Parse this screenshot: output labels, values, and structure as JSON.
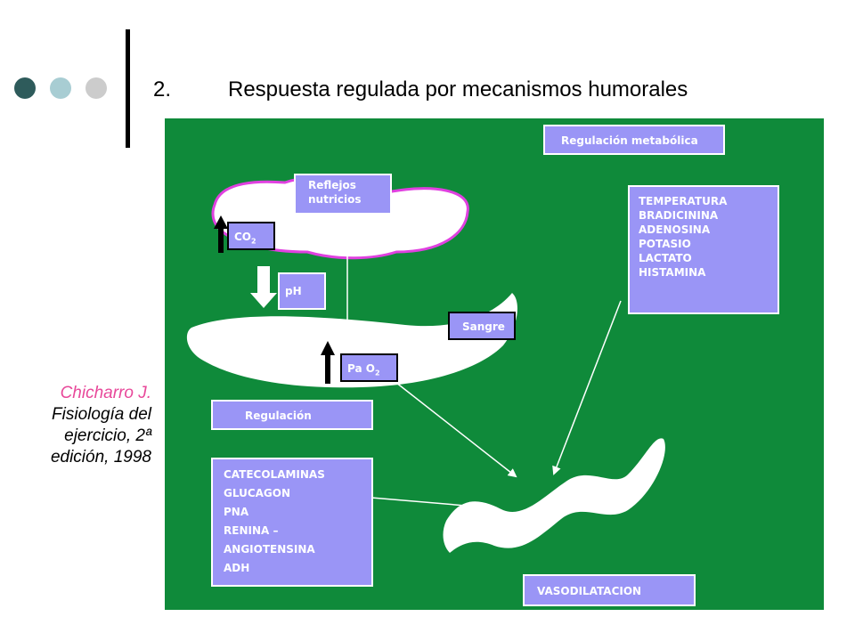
{
  "header": {
    "number": "2.",
    "title": "Respuesta regulada por mecanismos humorales"
  },
  "decor": {
    "dot_colors": [
      "#2e5b5b",
      "#a8cdd3",
      "#cccccc"
    ],
    "bar_color": "#000000"
  },
  "citation": {
    "author": "Chicharro J.",
    "rest": [
      "Fisiología del",
      "ejercicio, 2ª",
      "edición, 1998"
    ]
  },
  "diagram": {
    "background": "#0f8a3a",
    "box_color": "#9a95f6",
    "labels": {
      "regulacion_metabolica": "Regulación metabólica",
      "reflejos": [
        "Reflejos",
        "nutricios"
      ],
      "co2_main": "CO",
      "co2_sub": "2",
      "ph": "pH",
      "sangre": "Sangre",
      "pao2_main": "Pa O",
      "pao2_sub": "2",
      "regulacion": "Regulación",
      "vasodilatacion": "VASODILATACION"
    },
    "metabolic_factors": [
      "TEMPERATURA",
      "BRADICININA",
      "ADENOSINA",
      "POTASIO",
      "LACTATO",
      "HISTAMINA"
    ],
    "hormonal_factors": [
      "CATECOLAMINAS",
      "GLUCAGON",
      "PNA",
      "RENINA –",
      "ANGIOTENSINA",
      "ADH"
    ]
  }
}
